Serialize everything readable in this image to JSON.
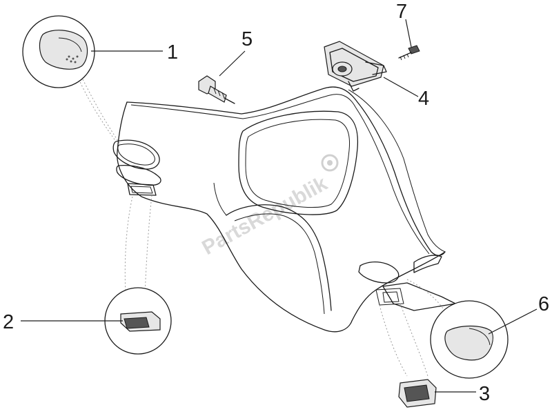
{
  "watermark": {
    "text": "PartsRepublik"
  },
  "callouts": [
    {
      "id": "1",
      "label": "1"
    },
    {
      "id": "2",
      "label": "2"
    },
    {
      "id": "3",
      "label": "3"
    },
    {
      "id": "4",
      "label": "4"
    },
    {
      "id": "5",
      "label": "5"
    },
    {
      "id": "6",
      "label": "6"
    },
    {
      "id": "7",
      "label": "7"
    }
  ],
  "colors": {
    "line": "#1a1a1a",
    "watermark": "#d9d9d9",
    "background": "#ffffff"
  }
}
